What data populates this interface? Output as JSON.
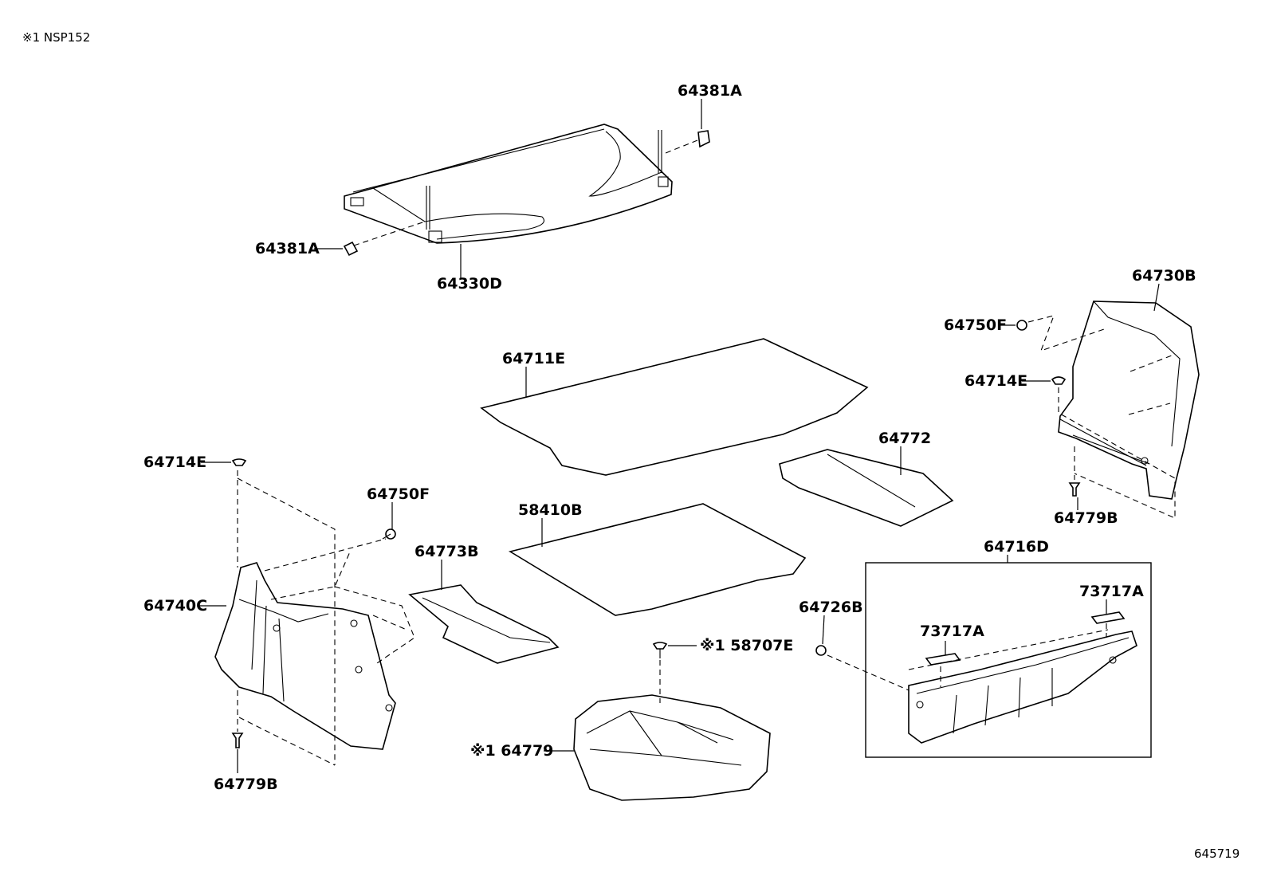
{
  "header": {
    "note": "※1 NSP152"
  },
  "footer": {
    "figure_id": "645719"
  },
  "callouts": {
    "c64381A_top": "64381A",
    "c64381A_left": "64381A",
    "c64330D": "64330D",
    "c64730B": "64730B",
    "c64750F_right": "64750F",
    "c64714E_right": "64714E",
    "c64779B_right": "64779B",
    "c64711E": "64711E",
    "c64772": "64772",
    "c64714E_left": "64714E",
    "c64750F_left": "64750F",
    "c58410B": "58410B",
    "c64773B": "64773B",
    "c64740C": "64740C",
    "c64779B_left": "64779B",
    "c58707E": "※1 58707E",
    "c64779": "※1 64779",
    "c64726B": "64726B",
    "c64716D": "64716D",
    "c73717A_a": "73717A",
    "c73717A_b": "73717A"
  }
}
